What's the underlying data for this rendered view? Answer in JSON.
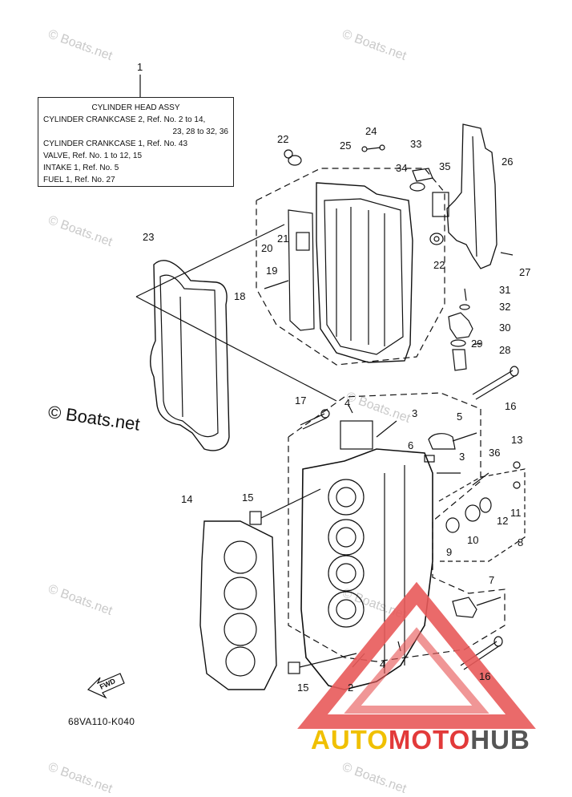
{
  "assy_box": {
    "lines": [
      "CYLINDER HEAD ASSY",
      "CYLINDER CRANKCASE 2,  Ref. No. 2 to 14,",
      "23, 28 to 32, 36",
      "CYLINDER CRANKCASE 1,  Ref. No. 43",
      "VALVE,  Ref. No. 1 to 12, 15",
      "INTAKE 1,  Ref. No. 5",
      "FUEL 1,  Ref. No. 27"
    ]
  },
  "callouts": [
    "1",
    "22",
    "24",
    "25",
    "33",
    "34",
    "35",
    "26",
    "23",
    "21",
    "20",
    "19",
    "18",
    "22",
    "27",
    "31",
    "32",
    "30",
    "29",
    "28",
    "17",
    "4",
    "3",
    "16",
    "5",
    "6",
    "3",
    "13",
    "36",
    "14",
    "15",
    "11",
    "12",
    "8",
    "9",
    "10",
    "7",
    "4",
    "15",
    "2",
    "16"
  ],
  "ref_code": "68VA110-K040",
  "fwd_label": "FWD",
  "watermarks": {
    "small": "© Boats.net",
    "big": "© Boats.net"
  },
  "logo": {
    "part1": "AUTO",
    "part2": "MOTO",
    "part3": "HUB"
  }
}
